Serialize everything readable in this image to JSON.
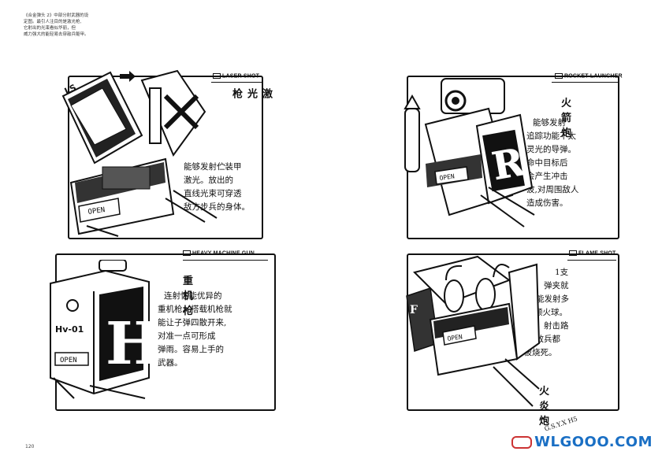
{
  "intro": {
    "lines": [
      "《合金弹头 2》中部分射武器的设",
      "定图。最引人注目的是激光枪,",
      "它射出的光束看似华丽，但",
      "威力强大的能轻易去穿敌兵躯甲。"
    ]
  },
  "panels": [
    {
      "tag": "LASER SHOT",
      "title": "激光枪",
      "box_letter": "LS",
      "box_label": "OPEN",
      "lines": [
        "能够发射伫装甲",
        "激光。放出的",
        "直线光束可穿透",
        "敌方步兵的身体。"
      ]
    },
    {
      "tag": "ROCKET LAUNCHER",
      "title": "火箭炮",
      "box_letter": "R",
      "box_label": "OPEN",
      "lines": [
        "能够发射",
        "追踪功能不太",
        "灵光的导弹。",
        "命中目标后",
        "会产生冲击",
        "波,对周围敌人",
        "造成伤害。"
      ]
    },
    {
      "tag": "HEAVY MACHINE GUN",
      "title": "重机枪",
      "box_letter": "H",
      "box_label": "OPEN",
      "side_label": "Hv-01",
      "lines": [
        "连射性能优异的",
        "重机枪。搭载机枪就",
        "能让子弹四散开来,",
        "对准一点可形成",
        "弹雨。容易上手的",
        "武器。"
      ]
    },
    {
      "tag": "FLAME SHOT",
      "title": "火炎炮",
      "box_letter": "F",
      "box_label": "OPEN",
      "lines": [
        "1支",
        "弹夹就",
        "能发射多",
        "颗火球。",
        "射击路",
        "线上的敌兵都",
        "会被烧死。"
      ]
    }
  ],
  "page_number": "120",
  "signature": "G.S.Y.X H5",
  "watermark": "WLGOOO.COM",
  "colors": {
    "ink": "#111111",
    "paper": "#ffffff",
    "watermark": "#1a6fc4"
  }
}
